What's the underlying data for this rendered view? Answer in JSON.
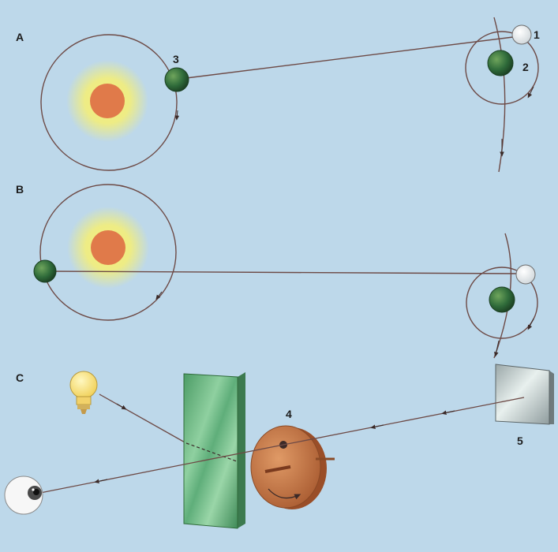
{
  "panels": [
    {
      "letter": "A"
    },
    {
      "letter": "B"
    },
    {
      "letter": "C"
    }
  ],
  "callouts": [
    "1",
    "2",
    "3",
    "4",
    "5"
  ],
  "colors": {
    "background": "#bdd8ea",
    "sun_core": "#e07a4a",
    "sun_glow": "#f3ee7a",
    "planet": "#2f6b3a",
    "moon": "#f4f4f4",
    "orbit_line": "#6d4a46",
    "mirror_glass": "#5fae7a",
    "wheel": "#c9794a",
    "bulb": "#f6e27a"
  },
  "icons": [
    "sun-icon",
    "jupiter-icon",
    "moon-icon",
    "earth-icon",
    "lightbulb-icon",
    "eye-icon",
    "toothed-wheel-icon",
    "mirror-icon",
    "glass-plate-icon"
  ]
}
